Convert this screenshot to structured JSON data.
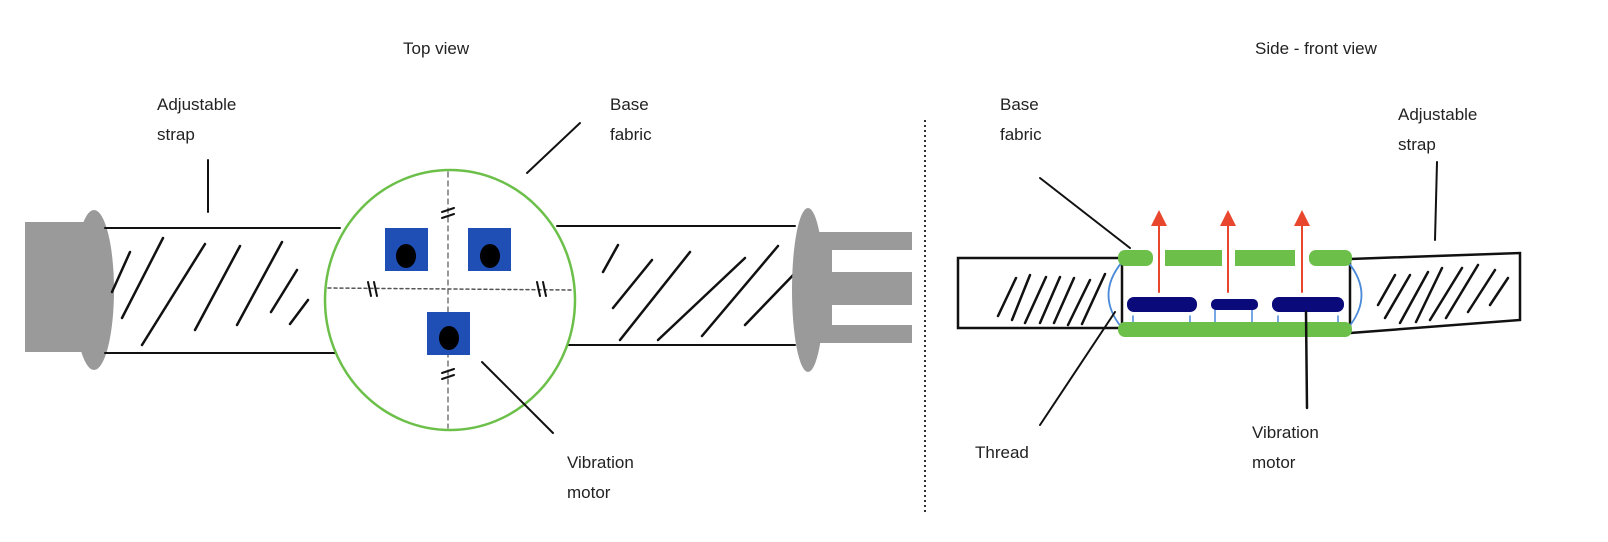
{
  "top_view": {
    "title": "Top view",
    "label_strap": [
      "Adjustable",
      "strap"
    ],
    "label_base": [
      "Base",
      "fabric"
    ],
    "label_motor": [
      "Vibration",
      "motor"
    ]
  },
  "side_view": {
    "title": "Side - front view",
    "label_base": [
      "Base",
      "fabric"
    ],
    "label_strap": [
      "Adjustable",
      "strap"
    ],
    "label_thread": "Thread",
    "label_motor": [
      "Vibration",
      "motor"
    ]
  },
  "colors": {
    "fabric_green": "#6cc04a",
    "motor_blue": "#1f4fb5",
    "motor_navy": "#0a0a7a",
    "arrow_red": "#e8472e",
    "thread_blue": "#4a8ad8",
    "clasp_gray": "#9a9a9a"
  }
}
